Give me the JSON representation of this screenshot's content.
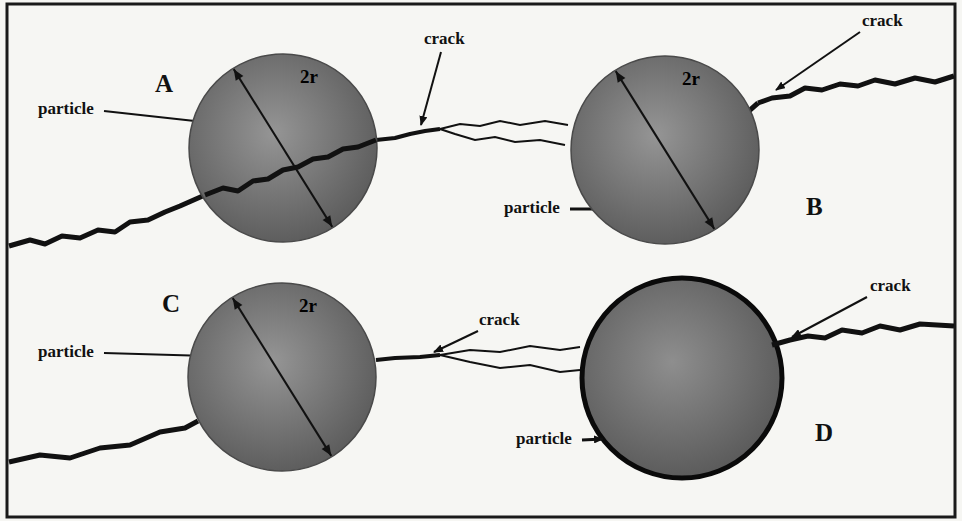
{
  "diagram": {
    "nodes": [
      {
        "text": [
          "2r"
        ]
      },
      {
        "text": [
          "2r"
        ]
      },
      {
        "text": [
          "2r"
        ]
      }
    ],
    "labels": [
      "A",
      "particle",
      "crack",
      "crack",
      "particle",
      "B",
      "C",
      "particle",
      "crack",
      "particle",
      "crack",
      "D"
    ]
  }
}
